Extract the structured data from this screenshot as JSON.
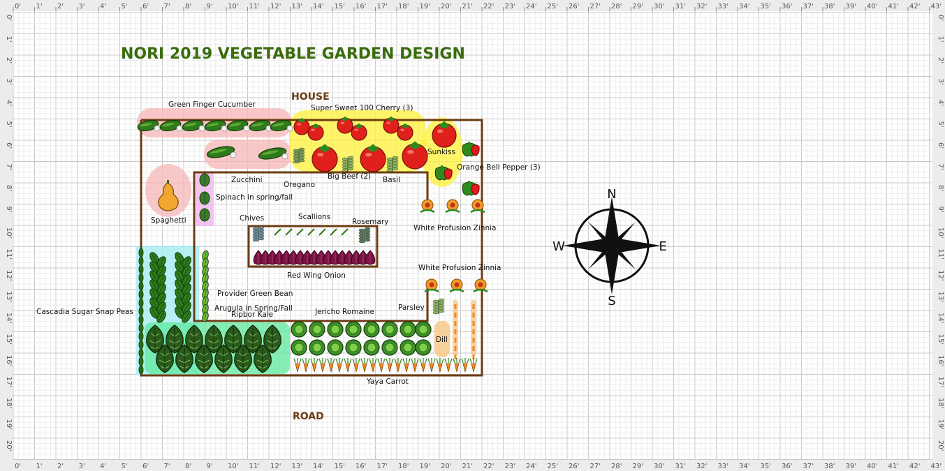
{
  "title": "NORI 2019 VEGETABLE GARDEN DESIGN",
  "ruler": {
    "top_labels": [
      "0'",
      "1'",
      "2'",
      "3'",
      "4'",
      "5'",
      "6'",
      "7'",
      "8'",
      "9'",
      "10'",
      "11'",
      "12'",
      "13'",
      "14'",
      "15'",
      "16'",
      "17'",
      "18'",
      "19'",
      "20'",
      "21'",
      "22'",
      "23'",
      "24'",
      "25'",
      "26'",
      "27'",
      "28'",
      "29'",
      "30'",
      "31'",
      "32'",
      "33'",
      "34'",
      "35'",
      "36'",
      "37'",
      "38'",
      "39'",
      "40'",
      "41'",
      "42'",
      "43'"
    ],
    "side_labels": [
      "0'",
      "1'",
      "2'",
      "3'",
      "4'",
      "5'",
      "6'",
      "7'",
      "8'",
      "9'",
      "10'",
      "11'",
      "12'",
      "13'",
      "14'",
      "15'",
      "16'",
      "17'",
      "18'",
      "19'",
      "20'"
    ]
  },
  "markers": {
    "house": "HOUSE",
    "road": "ROAD"
  },
  "plants": {
    "green_finger_cucumber": "Green Finger Cucumber",
    "super_sweet_cherry": "Super Sweet 100 Cherry (3)",
    "sunkiss": "Sunkiss",
    "orange_bell_pepper": "Orange Bell Pepper (3)",
    "zucchini": "Zucchini",
    "oregano": "Oregano",
    "big_beef": "Big Beef (2)",
    "basil": "Basil",
    "spaghetti": "Spaghetti",
    "spinach": "Spinach in spring/fall",
    "chives": "Chives",
    "scallions": "Scallions",
    "rosemary": "Rosemary",
    "zinnia_top": "White Profusion Zinnia",
    "red_wing_onion": "Red Wing Onion",
    "zinnia_mid": "White Profusion Zinnia",
    "provider_green_bean": "Provider Green Bean",
    "cascadia_peas": "Cascadia Sugar Snap Peas",
    "arugula": "Arugula in Spring/Fall",
    "ripbor_kale": "Ripbor Kale",
    "jericho_romaine": "Jericho Romaine",
    "parsley": "Parsley",
    "dill": "Dill",
    "yaya_carrot": "Yaya Carrot"
  },
  "compass": {
    "n": "N",
    "s": "S",
    "e": "E",
    "w": "W"
  },
  "colors": {
    "title": "#3a6b0c",
    "bed_border": "#6b3c12",
    "marker_text": "#6b3c12",
    "highlight_pink": "#f7b5b5",
    "highlight_yellow": "#fff23a",
    "highlight_blue": "#a6eef2",
    "highlight_green": "#5ee89c",
    "highlight_purple": "#f0b8ef",
    "highlight_orange": "#f7c98a"
  }
}
